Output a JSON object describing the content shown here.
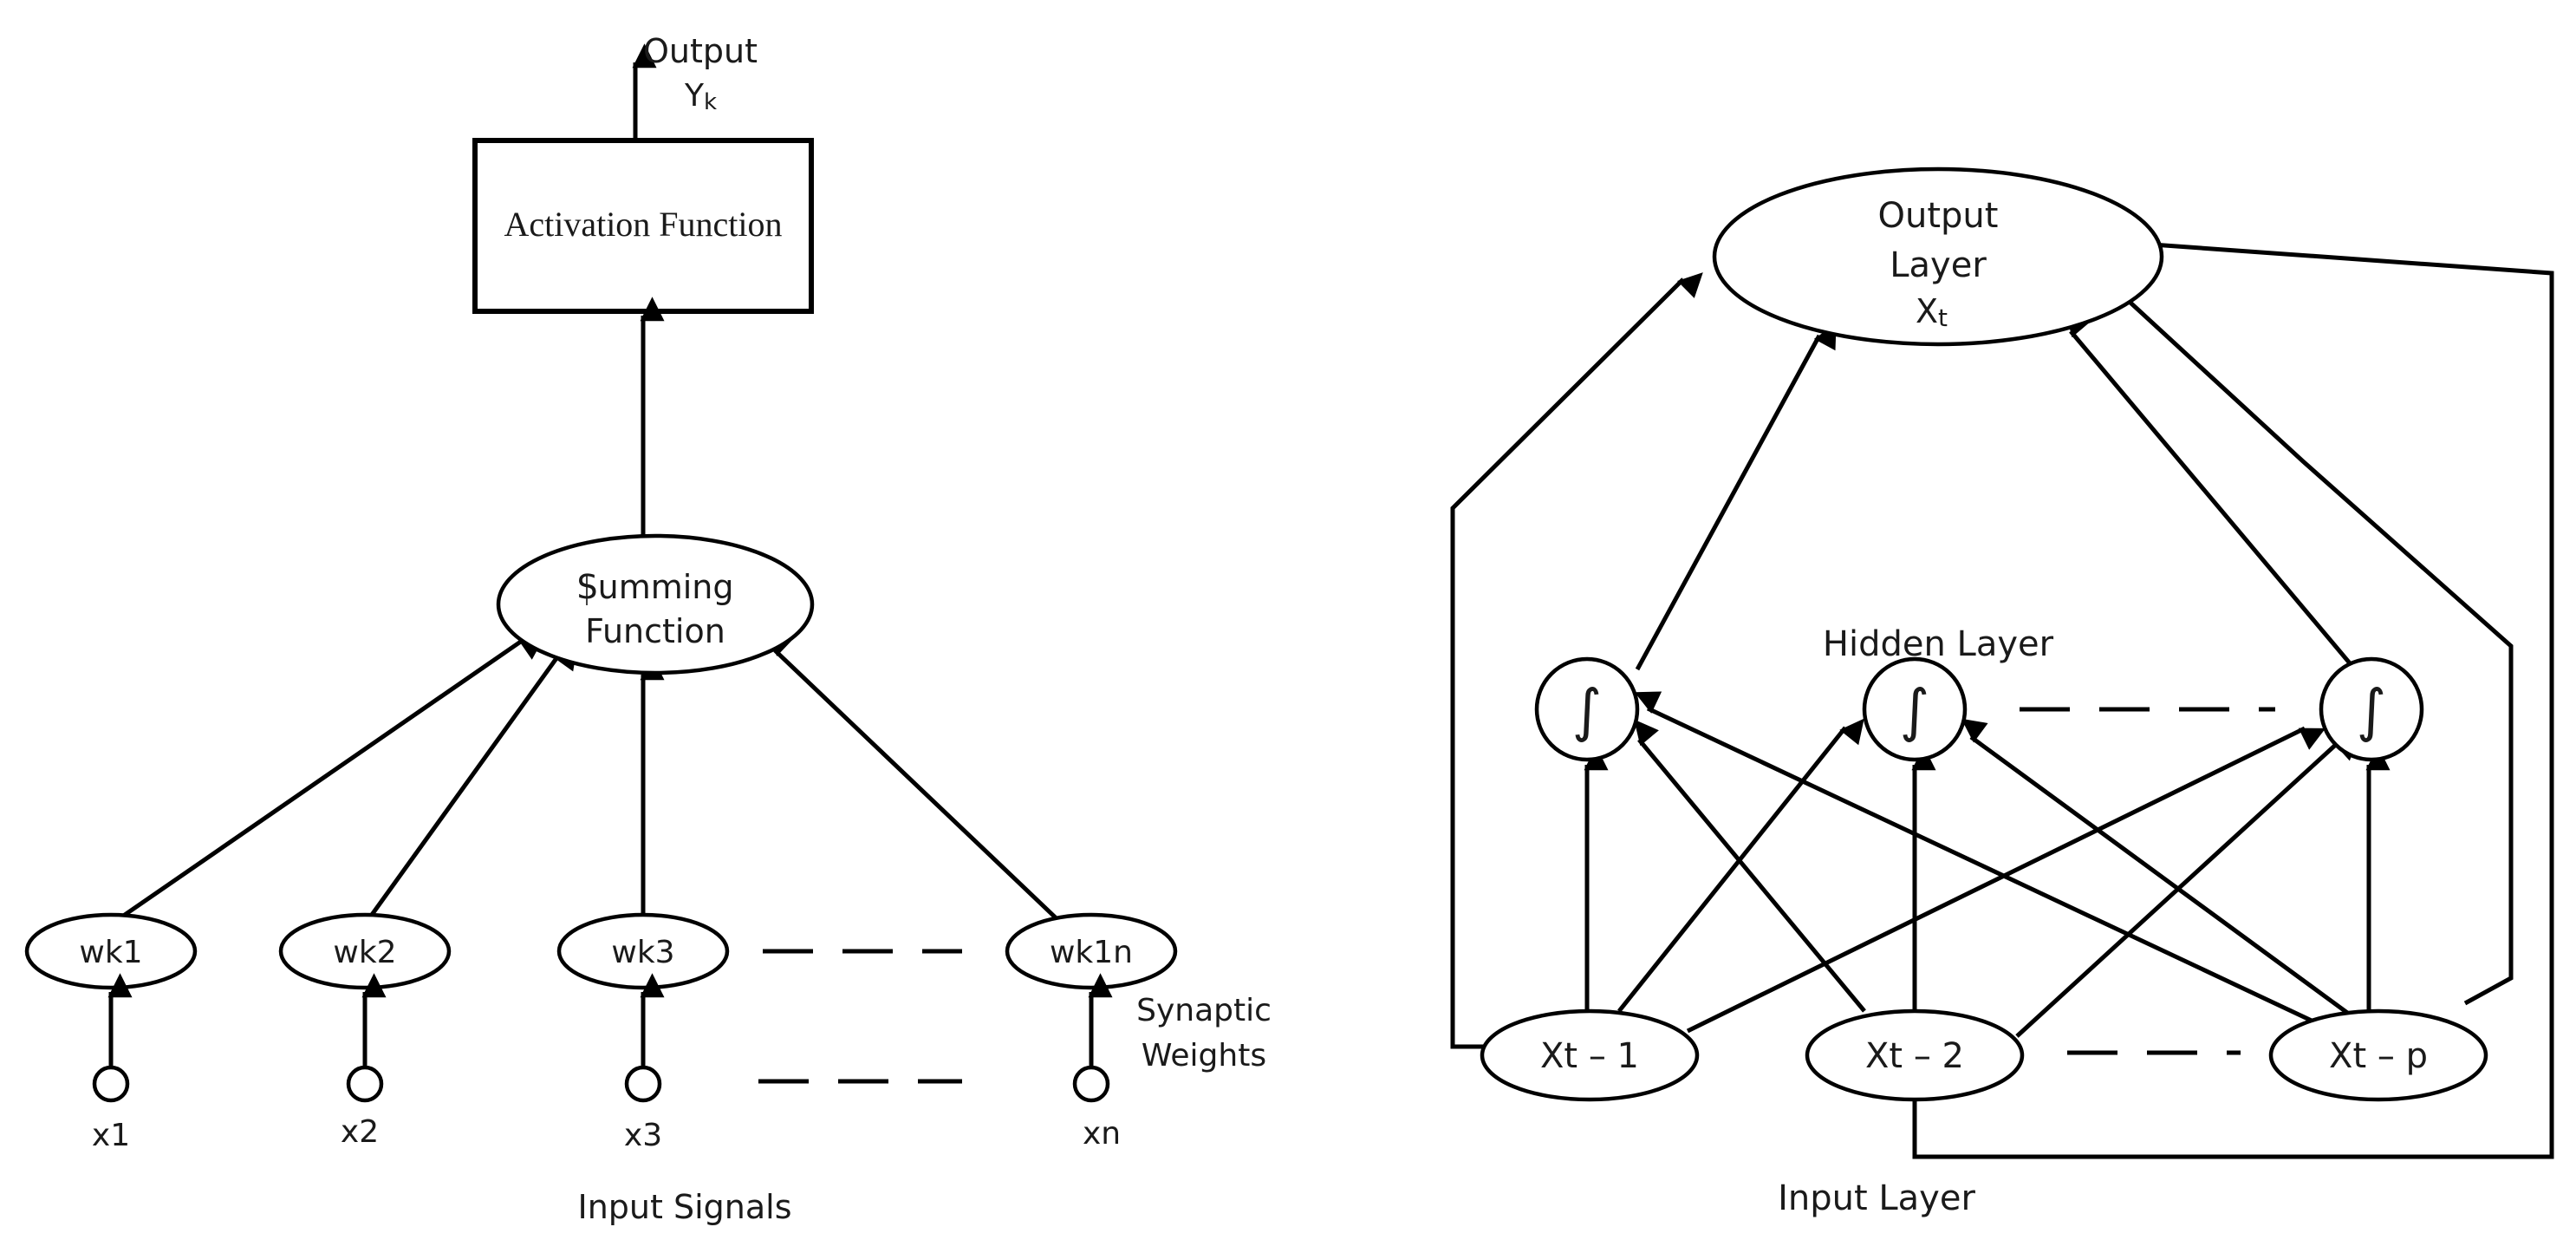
{
  "neuron": {
    "output_label": "Output",
    "output_symbol": "Y",
    "output_subscript": "k",
    "activation_label": "Activation Function",
    "summing_line1": "Summing",
    "summing_line2": "Function",
    "weights": [
      "wk1",
      "wk2",
      "wk3",
      "wk1n"
    ],
    "inputs": [
      "x1",
      "x2",
      "x3",
      "xn"
    ],
    "synaptic_line1": "Synaptic",
    "synaptic_line2": "Weights",
    "input_signals_label": "Input Signals"
  },
  "network": {
    "output_line1": "Output",
    "output_line2": "Layer",
    "output_symbol": "X",
    "output_subscript": "t",
    "hidden_label": "Hidden Layer",
    "hidden_symbol": "∫",
    "input_nodes": [
      "Xt – 1",
      "Xt – 2",
      "Xt – p"
    ],
    "input_layer_label": "Input Layer"
  }
}
